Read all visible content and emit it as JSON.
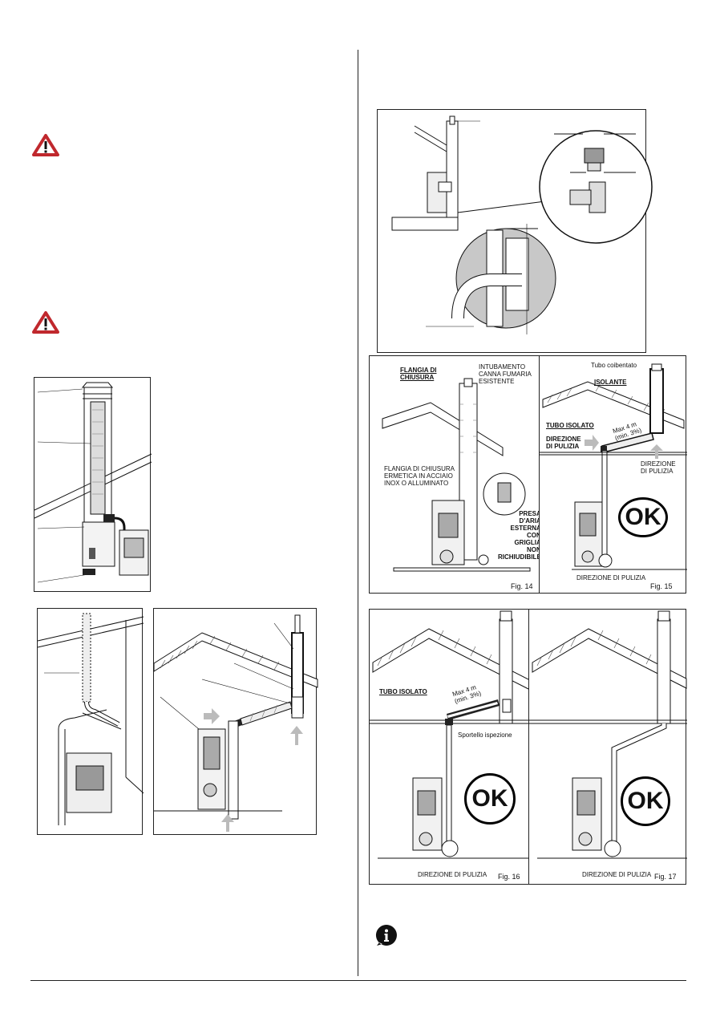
{
  "fig14": {
    "flangia_chiusura": [
      "FLANGIA DI",
      "CHIUSURA"
    ],
    "intubamento": [
      "INTUBAMENTO",
      "CANNA FUMARIA",
      "ESISTENTE"
    ],
    "flangia_ermetica": [
      "FLANGIA DI CHIUSURA",
      "ERMETICA IN ACCIAIO",
      "INOX O ALLUMINATO"
    ],
    "presa_aria": [
      "PRESA",
      "D'ARIA",
      "ESTERNA",
      "CON",
      "GRIGLIA",
      "NON",
      "RICHIUDIBILE"
    ],
    "label": "Fig. 14"
  },
  "fig15": {
    "tubo_coibentato": "Tubo coibentato",
    "isolante": "ISOLANTE",
    "tubo_isolato": "TUBO ISOLATO",
    "max": [
      "Max 4 m",
      "(min. 3%)"
    ],
    "direzione_left": [
      "DIREZIONE",
      "DI PULIZIA"
    ],
    "direzione_right": [
      "DIREZIONE",
      "DI PULIZIA"
    ],
    "ok": "OK",
    "direzione_bottom": "DIREZIONE DI PULIZIA",
    "label": "Fig. 15"
  },
  "fig16": {
    "tubo_isolato": "TUBO ISOLATO",
    "max": [
      "Max 4 m",
      "(min. 3%)"
    ],
    "sportello": "Sportello ispezione",
    "ok": "OK",
    "direzione": "DIREZIONE DI PULIZIA",
    "label": "Fig. 16"
  },
  "fig17": {
    "ok": "OK",
    "direzione": "DIREZIONE DI PULIZIA",
    "label": "Fig. 17"
  },
  "icons": [
    "warning-triangle-icon",
    "warning-triangle-icon",
    "info-icon"
  ],
  "colors": {
    "warning_red": "#c0282d",
    "line": "#1a1a1a",
    "hatch": "#555555",
    "grey_fill": "#cfcfcf"
  }
}
